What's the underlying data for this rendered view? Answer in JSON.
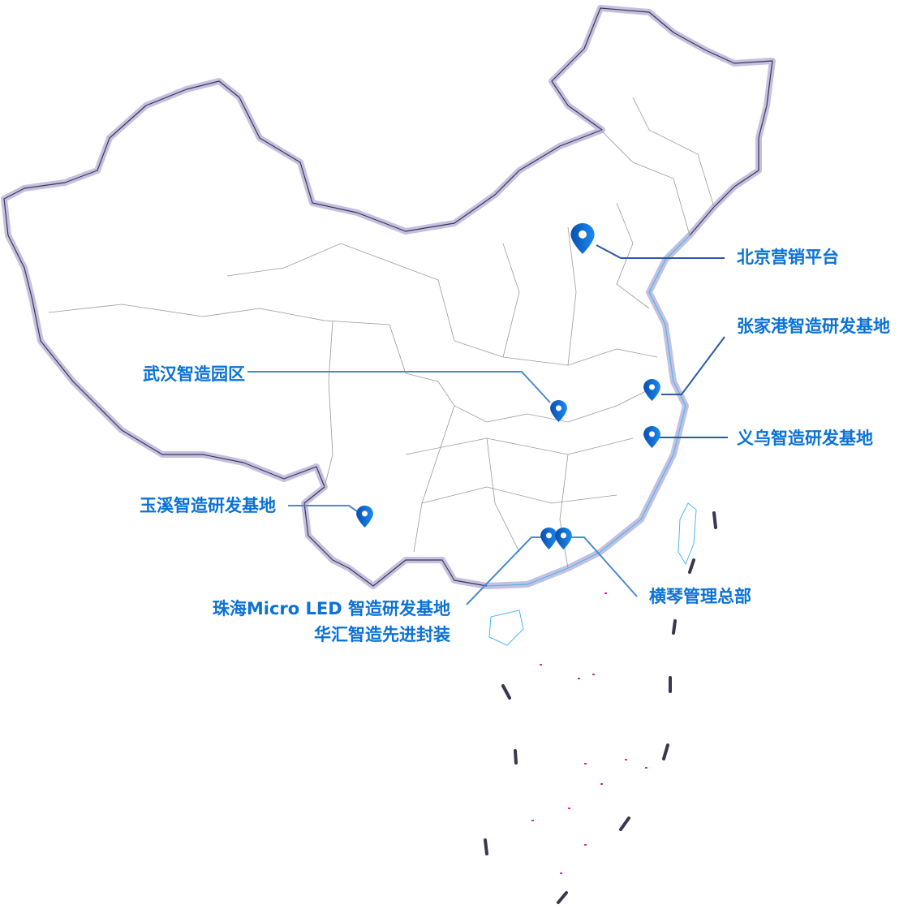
{
  "colors": {
    "label": "#0b72d6",
    "leader": "#2a5aa8",
    "marker": "#0a66cc",
    "border": "#b9b4d8",
    "coast": "#4ab8f0",
    "islands": "#d0309a"
  },
  "locations": [
    {
      "id": "beijing",
      "label": "北京营销平台"
    },
    {
      "id": "zhangjiagang",
      "label": "张家港智造研发基地"
    },
    {
      "id": "yiwu",
      "label": "义乌智造研发基地"
    },
    {
      "id": "wuhan",
      "label": "武汉智造园区"
    },
    {
      "id": "yuxi",
      "label": "玉溪智造研发基地"
    },
    {
      "id": "zhuhai",
      "label": "珠海Micro LED 智造研发基地",
      "label2": "华汇智造先进封装"
    },
    {
      "id": "hengqin",
      "label": "横琴管理总部"
    }
  ]
}
